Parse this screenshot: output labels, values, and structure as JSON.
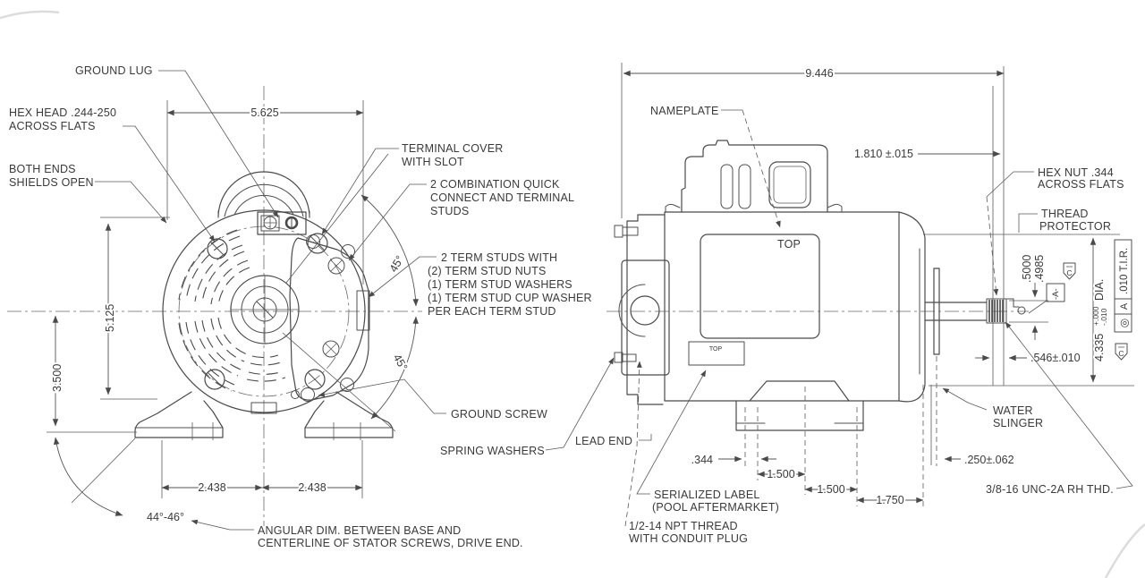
{
  "front": {
    "ground_lug": "GROUND LUG",
    "hex_head": [
      "HEX HEAD .244-250",
      "ACROSS FLATS"
    ],
    "both_ends": [
      "BOTH ENDS",
      "SHIELDS OPEN"
    ],
    "terminal_cover": [
      "TERMINAL COVER",
      "WITH SLOT"
    ],
    "combo_studs": [
      "2 COMBINATION QUICK",
      "CONNECT AND TERMINAL",
      "STUDS"
    ],
    "term_studs": [
      "2 TERM STUDS WITH",
      "(2) TERM STUD NUTS",
      "(1) TERM STUD WASHERS",
      "(1) TERM STUD CUP WASHER",
      "PER EACH TERM STUD"
    ],
    "ground_screw": "GROUND SCREW",
    "spring_washers": "SPRING WASHERS",
    "lead_end": "LEAD END",
    "angular_note": [
      "ANGULAR DIM. BETWEEN BASE AND",
      "CENTERLINE OF STATOR SCREWS, DRIVE END."
    ],
    "dim_width": "5.625",
    "dim_height": "5.125",
    "dim_base": "3.500",
    "dim_foot_left": "2.438",
    "dim_foot_right": "2.438",
    "dim_angle_range": "44°-46°",
    "dim_angle_upper": "45°",
    "dim_angle_lower": "45°"
  },
  "side": {
    "nameplate": "NAMEPLATE",
    "top_label": "TOP",
    "top_small_label": "TOP",
    "dim_length": "9.446",
    "dim_shaft_ext": "1.810 ±.015",
    "hex_nut": [
      "HEX NUT .344",
      "ACROSS FLATS"
    ],
    "thread_protector": [
      "THREAD",
      "PROTECTOR"
    ],
    "shaft_dia_upper": ".5000",
    "shaft_dia_lower": ".4985",
    "datum_a": "-A-",
    "datum_flag_c1": "C",
    "datum_flag_c2": "C",
    "body_dia": "4.335",
    "body_dia_tol_plus": "+.000",
    "body_dia_tol_minus": "-.010",
    "body_dia_suffix": "DIA.",
    "fcf_symbol": "◎",
    "fcf_datum": "A",
    "fcf_value": ".010 T.I.R.",
    "dim_thread_len": ".546±.010",
    "water_slinger": [
      "WATER",
      "SLINGER"
    ],
    "dim_slinger_gap": ".250±.062",
    "thread_note": "3/8-16 UNC-2A RH THD.",
    "dim_foot_offset": ".344",
    "dim_foot_a": "1.500",
    "dim_foot_b": "1.500",
    "dim_foot_c": "1.750",
    "serialized_label": [
      "SERIALIZED LABEL",
      "(POOL AFTERMARKET)"
    ],
    "npt_note": [
      "1/2-14 NPT THREAD",
      "WITH CONDUIT PLUG"
    ]
  }
}
